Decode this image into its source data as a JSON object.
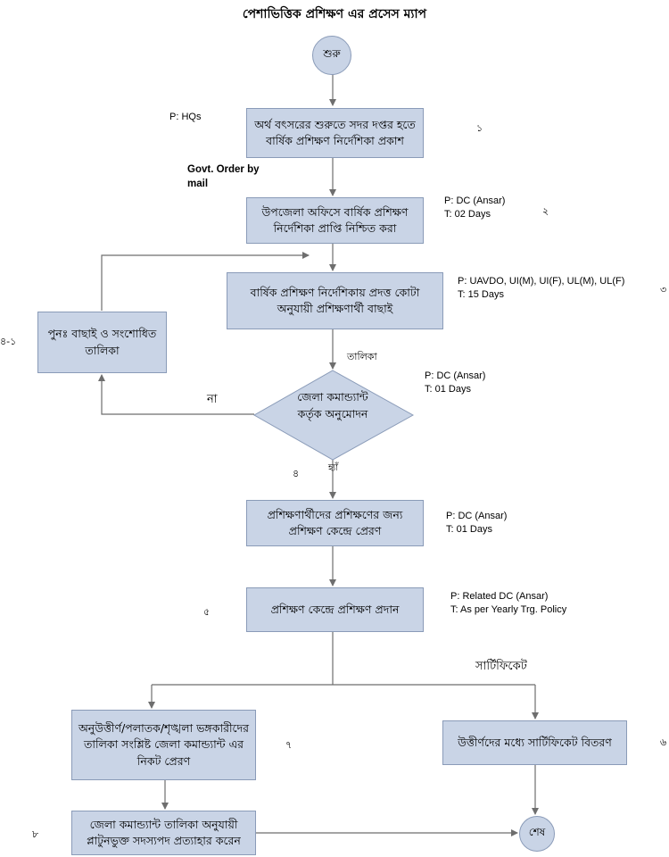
{
  "title": "পেশাভিত্তিক প্রশিক্ষণ এর প্রসেস ম্যাপ",
  "nodes": {
    "start": "শুরু",
    "step1": "অর্থ বৎসরের শুরুতে সদর দপ্তর হতে বার্ষিক প্রশিক্ষণ নির্দেশিকা প্রকাশ",
    "step2": "উপজেলা অফিসে বার্ষিক প্রশিক্ষণ নির্দেশিকা প্রাপ্তি নিশ্চিত করা",
    "step3": "বার্ষিক প্রশিক্ষণ নির্দেশিকায় প্রদত্ত কোটা অনুযায়ী প্রশিক্ষণার্থী বাছাই",
    "step3a": "পুনঃ বাছাই ও সংশোধিত তালিকা",
    "decision": "জেলা কমান্ড্যান্ট কর্তৃক অনুমোদন",
    "step4": "প্রশিক্ষণার্থীদের প্রশিক্ষণের জন্য প্রশিক্ষণ কেন্দ্রে প্রেরণ",
    "step5": "প্রশিক্ষণ কেন্দ্রে প্রশিক্ষণ প্রদান",
    "step6": "উত্তীর্ণদের মধ্যে সার্টিফিকেট বিতরণ",
    "step7": "অনুউত্তীর্ণ/পলাতক/শৃঙ্খলা ভঙ্গকারীদের তালিকা সংশ্লিষ্ট জেলা কমান্ড্যান্ট এর নিকট প্রেরণ",
    "step8": "জেলা কমান্ড্যান্ট তালিকা অনুযায়ী প্লাটুনভুক্ত সদস্যপদ প্রত্যাহার করেন",
    "end": "শেষ"
  },
  "notes": {
    "n1": "P: HQs",
    "govt": "Govt. Order by\nmail",
    "n2": "P: DC (Ansar)\nT: 02 Days",
    "n3": "P: UAVDO, UI(M), UI(F), UL(M), UL(F)\nT: 15 Days",
    "n_dec": "P: DC (Ansar)\nT: 01 Days",
    "n4": "P: DC (Ansar)\nT: 01 Days",
    "n5": "P: Related DC (Ansar)\nT: As per Yearly Trg. Policy"
  },
  "labels": {
    "list": "তালিকা",
    "no": "না",
    "yes": "হ্যাঁ",
    "certificate": "সার্টিফিকেট"
  },
  "numbers": {
    "s1": "১",
    "s2": "২",
    "s3": "৩",
    "s3a": "৪-১",
    "s4": "৪",
    "s5": "৫",
    "s6": "৬",
    "s7": "৭",
    "s8": "৮"
  },
  "colors": {
    "box_fill": "#c9d4e6",
    "box_border": "#8a9bb8",
    "line": "#6e6e6e"
  }
}
